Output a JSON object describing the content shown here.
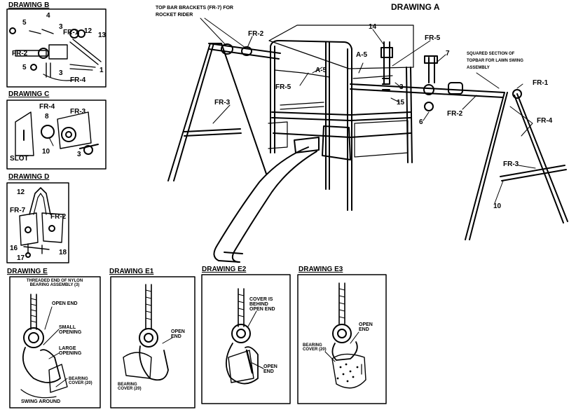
{
  "drawing_a": {
    "title": "DRAWING A",
    "note_top": [
      "TOP BAR BRACKETS (FR-7) FOR",
      "ROCKET RIDER"
    ],
    "note_right": [
      "SQUARED SECTION OF",
      "TOPBAR FOR LAWN SWING",
      "ASSEMBLY"
    ],
    "labels": {
      "fr2_top": "FR-2",
      "fr5_left": "FR-5",
      "a5_left": "A-5",
      "a5_right": "A-5",
      "n14": "14",
      "fr5_right": "FR-5",
      "n7": "7",
      "n3": "3",
      "n15": "15",
      "n6": "6",
      "fr1": "FR-1",
      "fr2_right": "FR-2",
      "fr4": "FR-4",
      "fr3_right": "FR-3",
      "n10": "10",
      "fr3_left": "FR-3"
    }
  },
  "drawing_b": {
    "title": "DRAWING B",
    "labels": {
      "n4": "4",
      "n5a": "5",
      "fr1": "FR-1",
      "n12": "12",
      "n13": "13",
      "n3": "3",
      "fr2": "FR-2",
      "n5b": "5",
      "n3b": "3",
      "n1": "1",
      "fr4": "FR-4"
    }
  },
  "drawing_c": {
    "title": "DRAWING C",
    "labels": {
      "fr4": "FR-4",
      "fr3": "FR-3",
      "n8": "8",
      "slot": "SLOT",
      "n10": "10",
      "n3": "3"
    }
  },
  "drawing_d": {
    "title": "DRAWING D",
    "labels": {
      "n12": "12",
      "fr7": "FR-7",
      "fr2": "FR-2",
      "n16": "16",
      "n17": "17",
      "n18": "18"
    }
  },
  "drawing_e": {
    "title": "DRAWING E",
    "labels": {
      "note": "THREADED END OF NYLON BEARING ASSEMBLY (3)",
      "open_end": "OPEN END",
      "small": "SMALL OPENING",
      "large": "LARGE OPENING",
      "cover": "BEARING COVER (20)",
      "swing": "SWING AROUND"
    }
  },
  "drawing_e1": {
    "title": "DRAWING E1",
    "labels": {
      "open_end": "OPEN END",
      "cover": "BEARING COVER (20)"
    }
  },
  "drawing_e2": {
    "title": "DRAWING E2",
    "labels": {
      "cover_behind": "COVER IS BEHIND OPEN END",
      "open_end": "OPEN END"
    }
  },
  "drawing_e3": {
    "title": "DRAWING E3",
    "labels": {
      "open_end": "OPEN END",
      "cover": "BEARING COVER (20)"
    }
  }
}
